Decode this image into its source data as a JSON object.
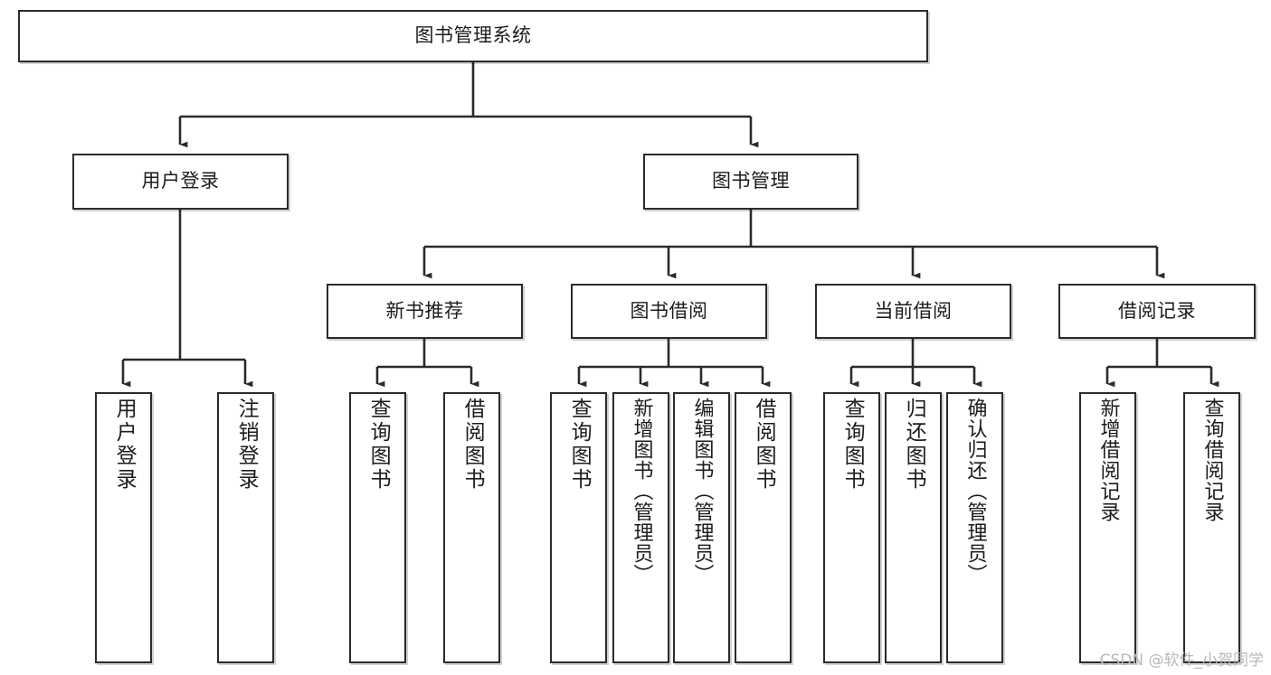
{
  "diagram": {
    "title": "图书管理系统",
    "watermark": "CSDN @软件_小贺同学",
    "style": {
      "box_border_color": "#2b2b2b",
      "box_fill_color": "#ffffff",
      "connector_color": "#2b2b2b",
      "text_color": "#1c1c1c",
      "watermark_color": "#b9b9b9",
      "background_color": "#ffffff"
    },
    "root": {
      "label": "图书管理系统"
    },
    "level2": [
      {
        "label": "用户登录"
      },
      {
        "label": "图书管理"
      }
    ],
    "level3": [
      {
        "label": "新书推荐"
      },
      {
        "label": "图书借阅"
      },
      {
        "label": "当前借阅"
      },
      {
        "label": "借阅记录"
      }
    ],
    "leaves": {
      "user_login": [
        {
          "label": "用户登录"
        },
        {
          "label": "注销登录"
        }
      ],
      "new_book_recommend": [
        {
          "label": "查询图书"
        },
        {
          "label": "借阅图书"
        }
      ],
      "book_borrow": [
        {
          "label": "查询图书"
        },
        {
          "label": "新增图书（管理员）"
        },
        {
          "label": "编辑图书（管理员）"
        },
        {
          "label": "借阅图书"
        }
      ],
      "current_borrow": [
        {
          "label": "查询图书"
        },
        {
          "label": "归还图书"
        },
        {
          "label": "确认归还（管理员）"
        }
      ],
      "borrow_record": [
        {
          "label": "新增借阅记录"
        },
        {
          "label": "查询借阅记录"
        }
      ]
    }
  }
}
